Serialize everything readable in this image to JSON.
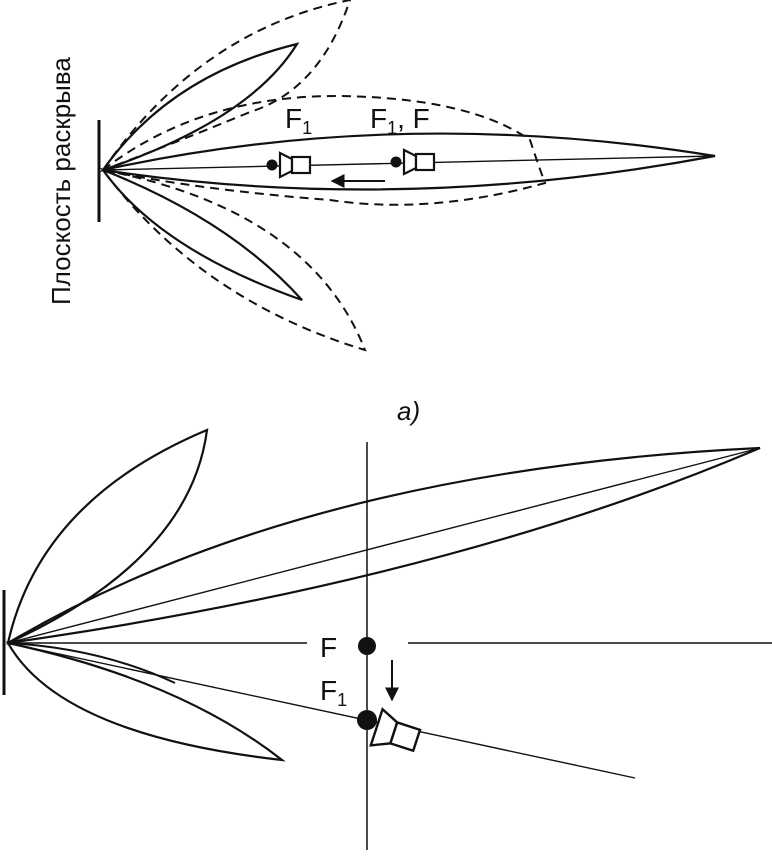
{
  "labels": {
    "aperture_plane": "Плоскость раскрыва",
    "panel_a_caption": "а)",
    "a_focus_displaced": "F",
    "a_focus_displaced_sub": "1",
    "a_focus_both": "F",
    "a_focus_both_sub": "1",
    "a_focus_both_suffix": ", F",
    "b_focus": "F",
    "b_focus_displaced": "F",
    "b_focus_displaced_sub": "1"
  },
  "colors": {
    "ink": "#111111",
    "background": "#ffffff"
  },
  "icons": {
    "feed": "horn-feed-icon",
    "arrow": "arrow-icon"
  }
}
